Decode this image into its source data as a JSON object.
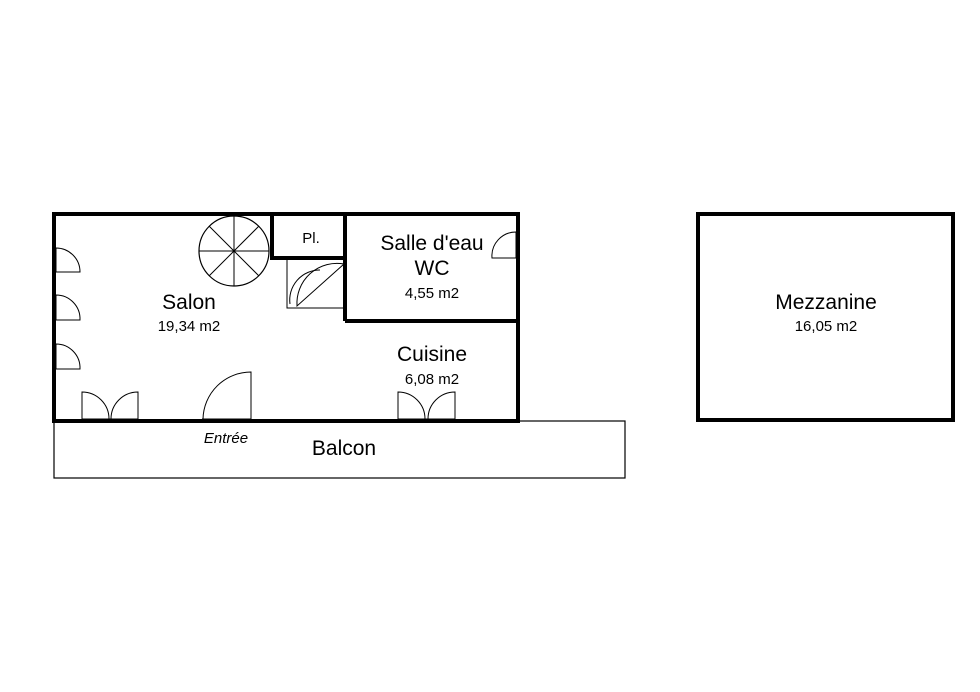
{
  "rooms": {
    "salon": {
      "name": "Salon",
      "area": "19,34 m2"
    },
    "placard": {
      "name": "Pl."
    },
    "salle_eau": {
      "name_line1": "Salle d'eau",
      "name_line2": "WC",
      "area": "4,55 m2"
    },
    "cuisine": {
      "name": "Cuisine",
      "area": "6,08 m2"
    },
    "mezzanine": {
      "name": "Mezzanine",
      "area": "16,05 m2"
    },
    "balcon": {
      "name": "Balcon"
    }
  },
  "entrance": {
    "label": "Entrée"
  }
}
